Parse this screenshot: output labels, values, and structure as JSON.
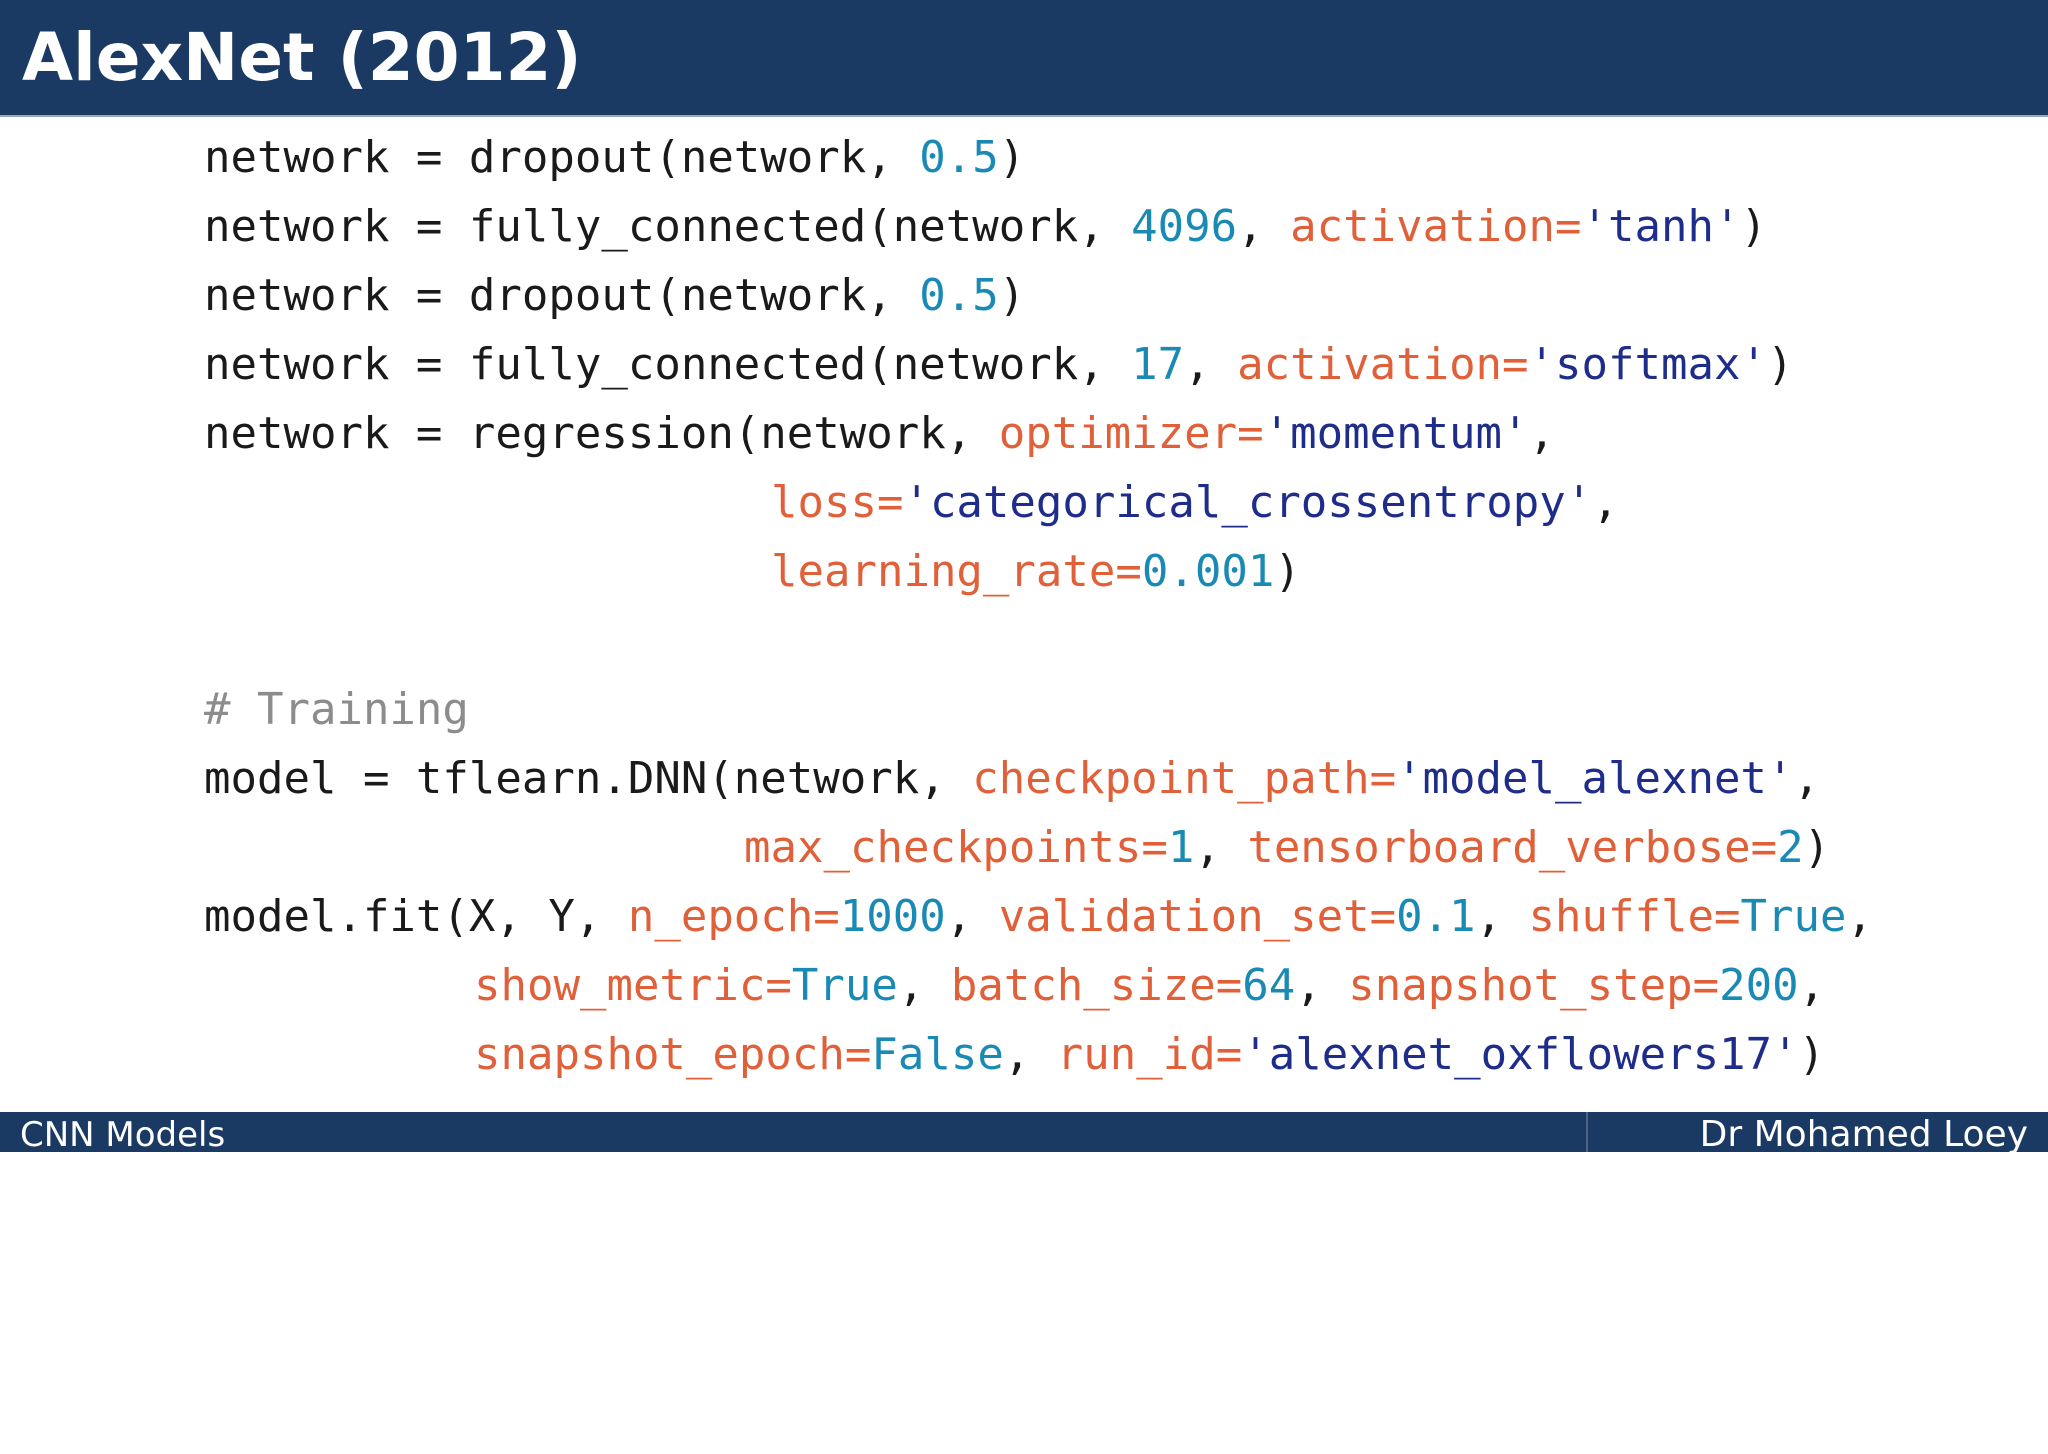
{
  "slide": {
    "title": "AlexNet (2012)"
  },
  "code": {
    "l1": {
      "a": "network = dropout(network, ",
      "n": "0.5",
      "b": ")"
    },
    "l2": {
      "a": "network = fully_connected(network, ",
      "n": "4096",
      "b": ", ",
      "k": "activation=",
      "s": "'tanh'",
      "c": ")"
    },
    "l3": {
      "a": "network = dropout(network, ",
      "n": "0.5",
      "b": ")"
    },
    "l4": {
      "a": "network = fully_connected(network, ",
      "n": "17",
      "b": ", ",
      "k": "activation=",
      "s": "'softmax'",
      "c": ")"
    },
    "l5": {
      "a": "network = regression(network, ",
      "k": "optimizer=",
      "s": "'momentum'",
      "b": ","
    },
    "l6": {
      "k": "loss=",
      "s": "'categorical_crossentropy'",
      "b": ","
    },
    "l7": {
      "k": "learning_rate=",
      "n": "0.001",
      "b": ")"
    },
    "l8": {
      "c": "# Training"
    },
    "l9": {
      "a": "model = tflearn.DNN(network, ",
      "k": "checkpoint_path=",
      "s": "'model_alexnet'",
      "b": ","
    },
    "l10": {
      "k1": "max_checkpoints=",
      "n1": "1",
      "b": ", ",
      "k2": "tensorboard_verbose=",
      "n2": "2",
      "c": ")"
    },
    "l11": {
      "a": "model.fit(X, Y, ",
      "k1": "n_epoch=",
      "n1": "1000",
      "b1": ", ",
      "k2": "validation_set=",
      "n2": "0.1",
      "b2": ", ",
      "k3": "shuffle=",
      "n3": "True",
      "b3": ","
    },
    "l12": {
      "k1": "show_metric=",
      "n1": "True",
      "b1": ", ",
      "k2": "batch_size=",
      "n2": "64",
      "b2": ", ",
      "k3": "snapshot_step=",
      "n3": "200",
      "b3": ","
    },
    "l13": {
      "k1": "snapshot_epoch=",
      "n1": "False",
      "b1": ", ",
      "k2": "run_id=",
      "s": "'alexnet_oxflowers17'",
      "c": ")"
    }
  },
  "footer": {
    "left": "CNN Models",
    "right": "Dr Mohamed Loey"
  },
  "colors": {
    "bar_background": "#1b3a63",
    "number": "#1a8ab5",
    "keyword_arg": "#e0603a",
    "string": "#1f2d8a",
    "comment": "#8c8c8c"
  }
}
